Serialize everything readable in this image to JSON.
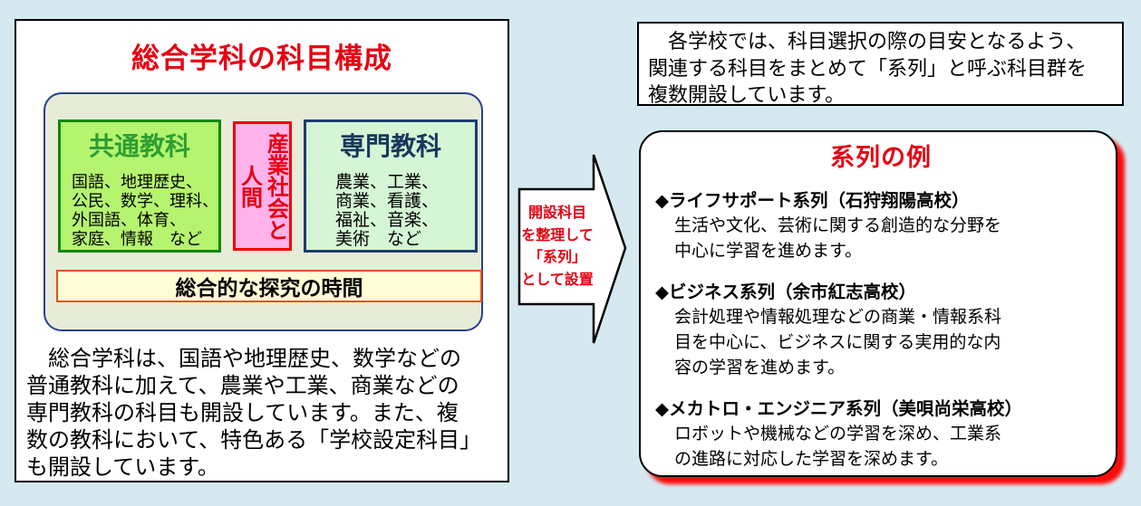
{
  "colors": {
    "background": "#d6e9f1",
    "accent_red": "#e60012",
    "common_fill": "#b5f46f",
    "common_border": "#0b8a0b",
    "common_title_green": "#2e9e32",
    "industry_fill": "#ffb3ea",
    "industry_border": "#f00000",
    "specialized_fill": "#d5f6d5",
    "specialized_navy": "#17375e",
    "container_fill": "#e7ecd8",
    "container_border": "#27408b",
    "inquiry_fill": "#fffcd6",
    "inquiry_border": "#e8500e",
    "series_shadow": "#fa0c0c"
  },
  "left_panel": {
    "title": "総合学科の科目構成",
    "common_subjects": {
      "title": "共通教科",
      "lines": [
        "国語、地理歴史、",
        "公民、数学、理科、",
        "外国語、体育、",
        "家庭、情報　など"
      ]
    },
    "industry_society": {
      "text": "産業社会と人間"
    },
    "specialized_subjects": {
      "title": "専門教科",
      "lines": [
        "農業、工業、",
        "商業、看護、",
        "福祉、音楽、",
        "美術　など"
      ]
    },
    "inquiry_time": {
      "label": "総合的な探究の時間"
    },
    "description": "　総合学科は、国語や地理歴史、数学などの普通教科に加えて、農業や工業、商業などの専門教科の科目も開設しています。また、複数の教科において、特色ある「学校設定科目」も開設しています。"
  },
  "arrow": {
    "lines": [
      "開設科目",
      "を整理して",
      "「系列」",
      "として設置"
    ]
  },
  "note_box": {
    "text": "　各学校では、科目選択の際の目安となるよう、関連する科目をまとめて「系列」と呼ぶ科目群を複数開設しています。"
  },
  "series_panel": {
    "title": "系列の例",
    "items": [
      {
        "heading": "◆ライフサポート系列（石狩翔陽高校）",
        "description": "生活や文化、芸術に関する創造的な分野を中心に学習を進めます。"
      },
      {
        "heading": "◆ビジネス系列（余市紅志高校）",
        "description": "会計処理や情報処理などの商業・情報系科目を中心に、ビジネスに関する実用的な内容の学習を進めます。"
      },
      {
        "heading": "◆メカトロ・エンジニア系列（美唄尚栄高校）",
        "description": "ロボットや機械などの学習を深め、工業系の進路に対応した学習を深めます。"
      }
    ]
  }
}
